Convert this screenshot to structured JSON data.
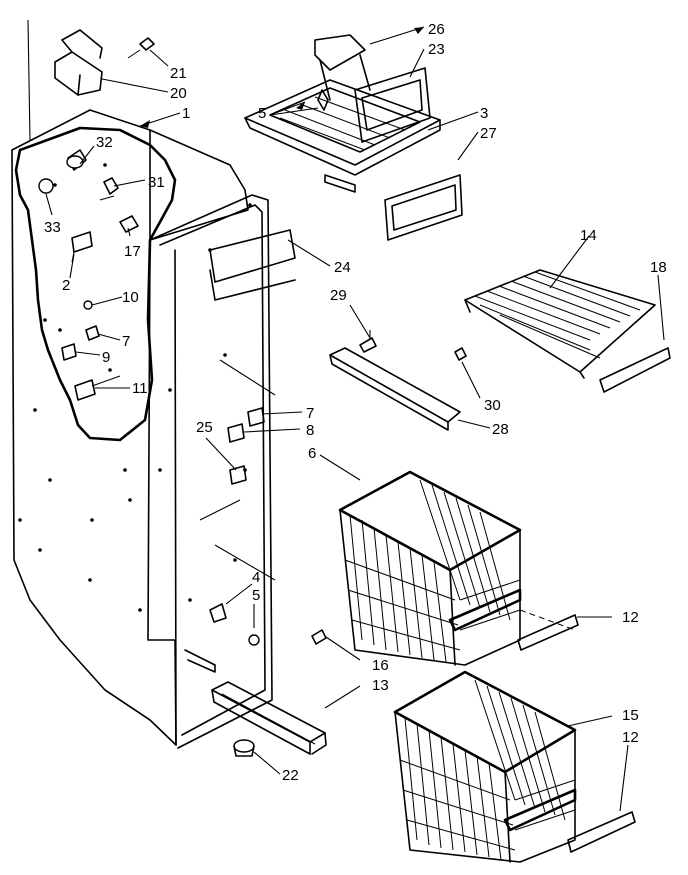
{
  "labels": {
    "l1": "1",
    "l2": "2",
    "l3": "3",
    "l4": "4",
    "l5a": "5",
    "l5b": "5",
    "l6": "6",
    "l7a": "7",
    "l7b": "7",
    "l8": "8",
    "l9": "9",
    "l10": "10",
    "l11": "11",
    "l12a": "12",
    "l12b": "12",
    "l13": "13",
    "l14": "14",
    "l15": "15",
    "l16": "16",
    "l17": "17",
    "l18": "18",
    "l20": "20",
    "l21": "21",
    "l22": "22",
    "l23": "23",
    "l24": "24",
    "l25": "25",
    "l26": "26",
    "l27": "27",
    "l28": "28",
    "l29": "29",
    "l30": "30",
    "l31": "31",
    "l32": "32",
    "l33": "33"
  }
}
